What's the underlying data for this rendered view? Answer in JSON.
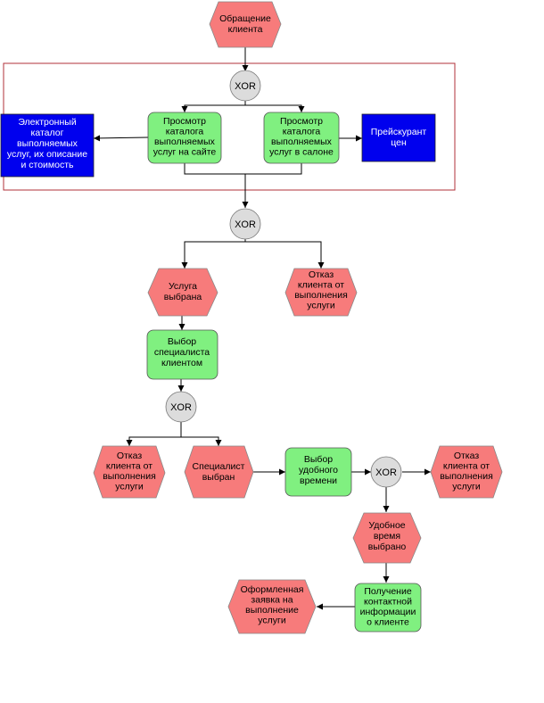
{
  "colors": {
    "event": "#f77b7b",
    "function": "#80f080",
    "resource": "#0000ee",
    "connector": "#dcdcdc",
    "group_border": "#b0303a"
  },
  "events": {
    "start": [
      "Обращение",
      "клиента"
    ],
    "service_selected": [
      "Услуга",
      "выбрана"
    ],
    "refusal_1": [
      "Отказ",
      "клиента от",
      "выполнения",
      "услуги"
    ],
    "refusal_2": [
      "Отказ",
      "клиента от",
      "выполнения",
      "услуги"
    ],
    "specialist_selected": [
      "Специалист",
      "выбран"
    ],
    "refusal_3": [
      "Отказ",
      "клиента от",
      "выполнения",
      "услуги"
    ],
    "time_selected": [
      "Удобное",
      "время",
      "выбрано"
    ],
    "order_done": [
      "Оформленная",
      "заявка на",
      "выполнение",
      "услуги"
    ]
  },
  "functions": {
    "browse_site": [
      "Просмотр",
      "каталога",
      "выполняемых",
      "услуг на сайте"
    ],
    "browse_salon": [
      "Просмотр",
      "каталога",
      "выполняемых",
      "услуг в салоне"
    ],
    "choose_specialist": [
      "Выбор",
      "специалиста",
      "клиентом"
    ],
    "choose_time": [
      "Выбор",
      "удобного",
      "времени"
    ],
    "get_contact": [
      "Получение",
      "контактной",
      "информации",
      "о клиенте"
    ]
  },
  "resources": {
    "e_catalog": [
      "Электронный",
      "каталог",
      "выполняемых",
      "услуг, их описание",
      "и стоимость"
    ],
    "price_list": [
      "Прейскурант",
      "цен"
    ]
  },
  "connectors": {
    "xor_1": "XOR",
    "xor_2": "XOR",
    "xor_3": "XOR",
    "xor_4": "XOR"
  }
}
